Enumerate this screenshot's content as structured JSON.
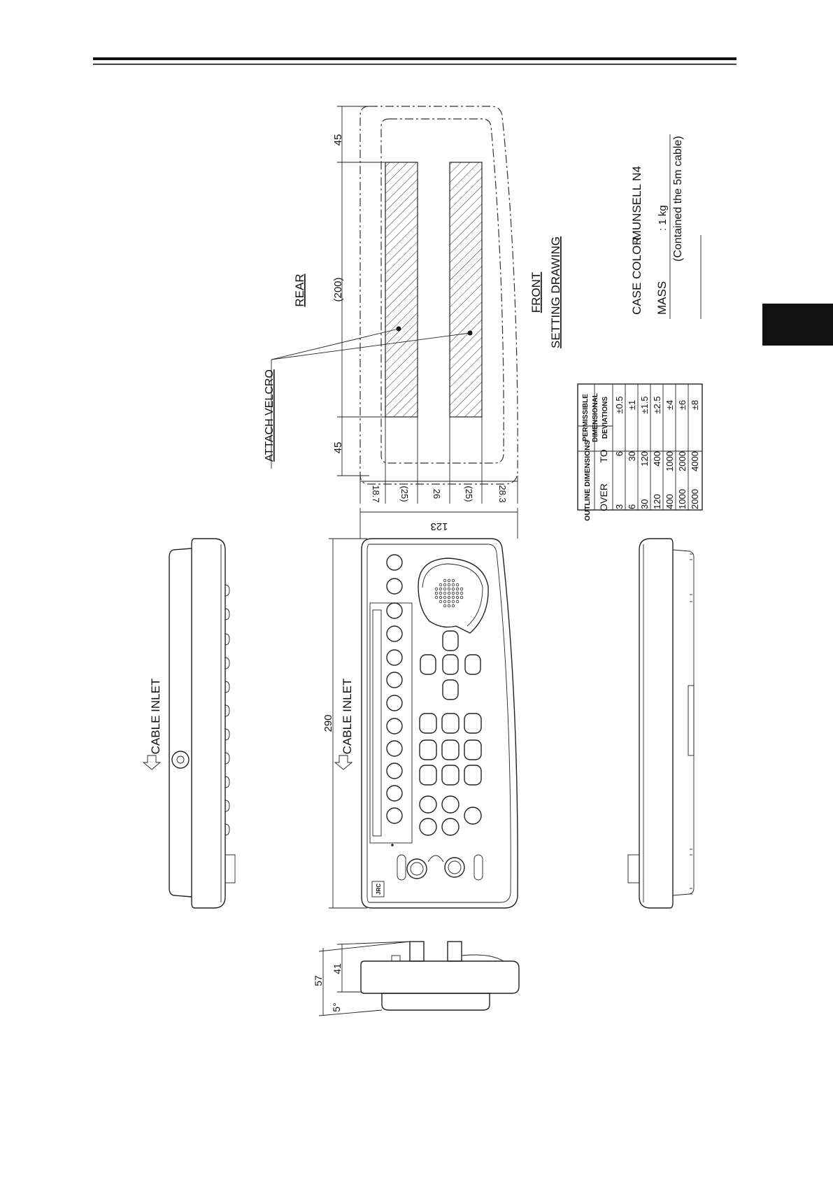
{
  "drawing": {
    "rear_label": "REAR",
    "front_label": "FRONT",
    "setting_drawing_label": "SETTING DRAWING",
    "attach_velcro_label": "ATTACH VELCRO",
    "cable_inlet_label_1": "CABLE INLET",
    "cable_inlet_label_2": "CABLE INLET",
    "dim_45_top": "45",
    "dim_200": "(200)",
    "dim_45_bottom": "45",
    "dim_18_7": "18.7",
    "dim_25_a": "(25)",
    "dim_26": "26",
    "dim_25_b": "(25)",
    "dim_28_3": "28.3",
    "dim_123": "123",
    "dim_290": "290",
    "dim_41": "41",
    "dim_57": "57",
    "dim_5deg": "5°",
    "brand_mark": "JRC"
  },
  "specs": {
    "case_color_label": "CASE COLOR",
    "case_color_value": ":MUNSELL  N4",
    "mass_label": "MASS",
    "mass_value": ":  1 kg",
    "mass_note": "(Contained  the 5m cable)"
  },
  "tolerance_table": {
    "header_outline": "OUTLINE DIMENSIONS",
    "header_permissible": "PERMISSIBLE DIMENSIONAL DEVIATIONS",
    "header_over": "OVER",
    "header_to": "TO",
    "rows": [
      {
        "over": "3",
        "to": "6",
        "dev": "±0.5"
      },
      {
        "over": "6",
        "to": "30",
        "dev": "±1"
      },
      {
        "over": "30",
        "to": "120",
        "dev": "±1.5"
      },
      {
        "over": "120",
        "to": "400",
        "dev": "±2.5"
      },
      {
        "over": "400",
        "to": "1000",
        "dev": "±4"
      },
      {
        "over": "1000",
        "to": "2000",
        "dev": "±6"
      },
      {
        "over": "2000",
        "to": "4000",
        "dev": "±8"
      }
    ]
  }
}
